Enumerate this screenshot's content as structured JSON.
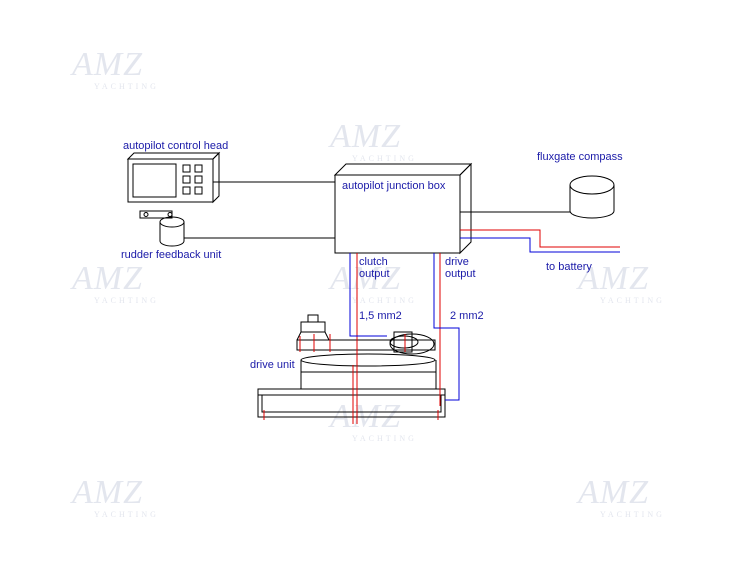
{
  "diagram": {
    "labels": {
      "control_head": "autopilot control head",
      "junction_box": "autopilot junction box",
      "rudder_unit": "rudder feedback unit",
      "compass": "fluxgate compass",
      "battery": "to battery",
      "clutch": "clutch\noutput",
      "drive_out": "drive\noutput",
      "wire_clutch": "1,5 mm2",
      "wire_drive": "2 mm2",
      "drive_unit": "drive unit"
    },
    "watermark": {
      "brand": "AMZ",
      "tagline": "YACHTING"
    },
    "colors": {
      "label": "#1a1aa8",
      "outline": "#000000",
      "wire_positive": "#e00000",
      "wire_negative": "#0000d8",
      "watermark": "#e3e6ee"
    }
  }
}
